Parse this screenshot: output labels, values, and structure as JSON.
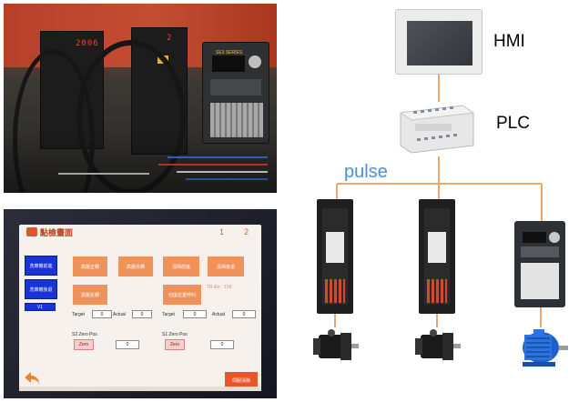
{
  "diagram": {
    "hmi_label": "HMI",
    "plc_label": "PLC",
    "pulse_label": "pulse",
    "link_color": "#f0a56a",
    "pulse_color": "#4e8fd0"
  },
  "touch_screen": {
    "title": "點檢畫面",
    "page_numbers": [
      "1",
      "2"
    ],
    "side_buttons": [
      "洗車機前進",
      "洗車機後退"
    ],
    "select_value": "V1",
    "buttons_row1": [
      "高壓正轉",
      "高壓反轉",
      "清掃前進",
      "清掃後退"
    ],
    "buttons_row2": [
      "高壓反轉",
      "切換位置呼叫"
    ],
    "error_text": "TR-Err : 156",
    "fields": {
      "target": "Target",
      "actual": "Actual",
      "target_left": "0",
      "actual_left": "0",
      "target_right": "0",
      "actual_right": "0"
    },
    "zero_pos": {
      "s2_label": "S2 Zero Pos",
      "s1_label": "S1 Zero Pos",
      "zero_button": "Zero",
      "s2_value": "0",
      "s1_value": "0"
    },
    "bottom_right_button": "伺服清除"
  },
  "cabinet_photo": {
    "drive_readout": "2006",
    "drive_status": "2",
    "vfd_brand": "SE3 SERIES"
  }
}
